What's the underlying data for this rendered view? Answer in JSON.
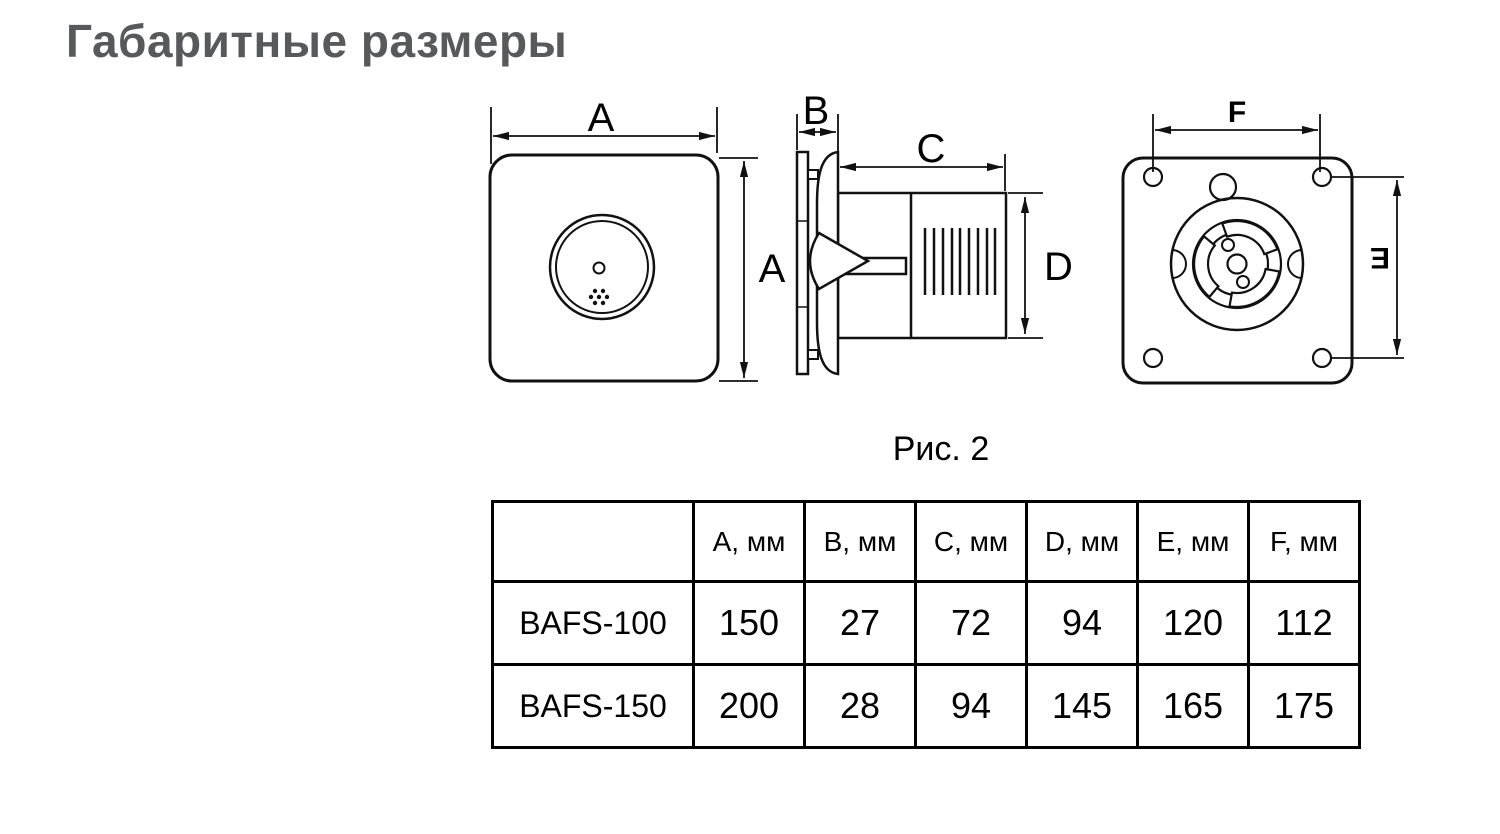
{
  "page": {
    "title": "Габаритные размеры",
    "caption": "Рис. 2"
  },
  "colors": {
    "title": "#58595b",
    "line": "#000000",
    "background": "#ffffff"
  },
  "figure": {
    "front_view": {
      "dim_width": "A",
      "dim_height": "A"
    },
    "side_view": {
      "dim_panel_depth": "B",
      "dim_duct_length": "C",
      "dim_duct_diameter": "D"
    },
    "back_view": {
      "dim_holes_horizontal": "F",
      "dim_holes_vertical": "E"
    }
  },
  "table": {
    "headers": [
      "",
      "A, мм",
      "B, мм",
      "C, мм",
      "D, мм",
      "E, мм",
      "F, мм"
    ],
    "rows": [
      {
        "model": "BAFS-100",
        "values": [
          "150",
          "27",
          "72",
          "94",
          "120",
          "112"
        ]
      },
      {
        "model": "BAFS-150",
        "values": [
          "200",
          "28",
          "94",
          "145",
          "165",
          "175"
        ]
      }
    ]
  }
}
